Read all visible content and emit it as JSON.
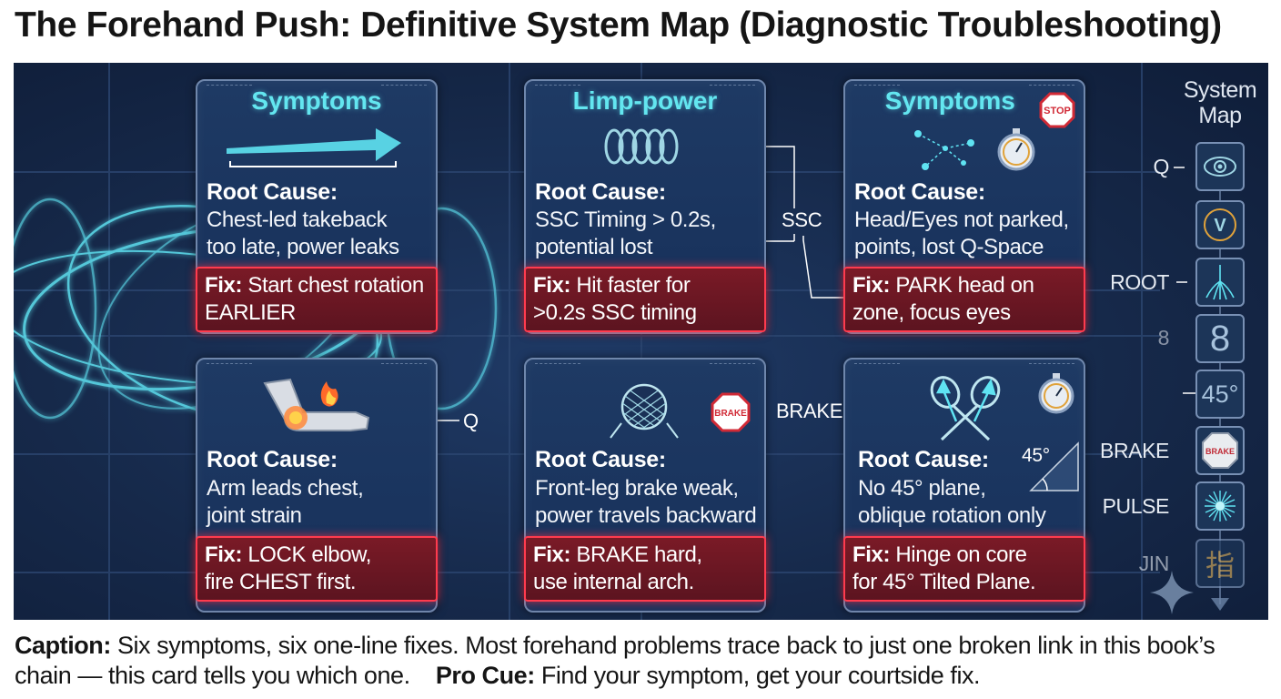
{
  "title": "The Forehand Push: Definitive System Map (Diagnostic Troubleshooting)",
  "root_cause_label": "Root Cause:",
  "fix_label": "Fix:",
  "cards": [
    {
      "heading": "Symptoms",
      "icon": "arrow-icon",
      "root_cause": "Chest-led takeback\ntoo late, power leaks",
      "fix": " Start chest rotation\nEARLIER"
    },
    {
      "heading": "Limp-power",
      "icon": "spring-coil-icon",
      "root_cause": "SSC Timing > 0.2s,\npotential lost",
      "fix": " Hit faster for\n>0.2s SSC timing"
    },
    {
      "heading": "Symptoms",
      "icon": "eye-scatter-icon",
      "badge": "STOP",
      "root_cause": "Head/Eyes not parked,\npoints, lost Q-Space",
      "fix": " PARK head on\nzone, focus eyes"
    },
    {
      "heading": "",
      "icon": "sore-elbow-icon",
      "root_cause": "Arm leads chest,\njoint strain",
      "fix": " LOCK elbow,\nfire CHEST first."
    },
    {
      "heading": "",
      "icon": "ball-net-icon",
      "badge": "BRAKE",
      "root_cause": "Front-leg brake weak,\npower travels backward",
      "fix": " BRAKE hard,\nuse internal arch."
    },
    {
      "heading": "",
      "icon": "crossed-paddles-icon",
      "angle": "45°",
      "root_cause": "No 45° plane,\noblique rotation only",
      "fix": " Hinge on core\nfor 45° Tilted Plane."
    }
  ],
  "annotations": {
    "ssc": "SSC",
    "q": "Q",
    "brake": "BRAKE"
  },
  "rail": {
    "title": "System\nMap",
    "items": [
      {
        "label": "Q",
        "glyph": ""
      },
      {
        "label": "",
        "glyph": "V"
      },
      {
        "label": "ROOT",
        "glyph": ""
      },
      {
        "label": "8",
        "glyph": "8"
      },
      {
        "label": "",
        "glyph": "45°"
      },
      {
        "label": "BRAKE",
        "glyph": "BRAKE"
      },
      {
        "label": "PULSE",
        "glyph": ""
      },
      {
        "label": "JIN",
        "glyph": "指"
      }
    ]
  },
  "caption": {
    "label": "Caption:",
    "text": " Six symptoms, six one-line fixes. Most forehand problems trace back to just one broken link in this book’s chain — this card tells you which one.",
    "cue_label": "Pro Cue:",
    "cue_text": " Find your symptom, get your courtside fix."
  },
  "colors": {
    "board": "#16294a",
    "heading": "#63e6f0",
    "fix_border": "#ff3b4e",
    "fix_fill": "#6a1722"
  }
}
